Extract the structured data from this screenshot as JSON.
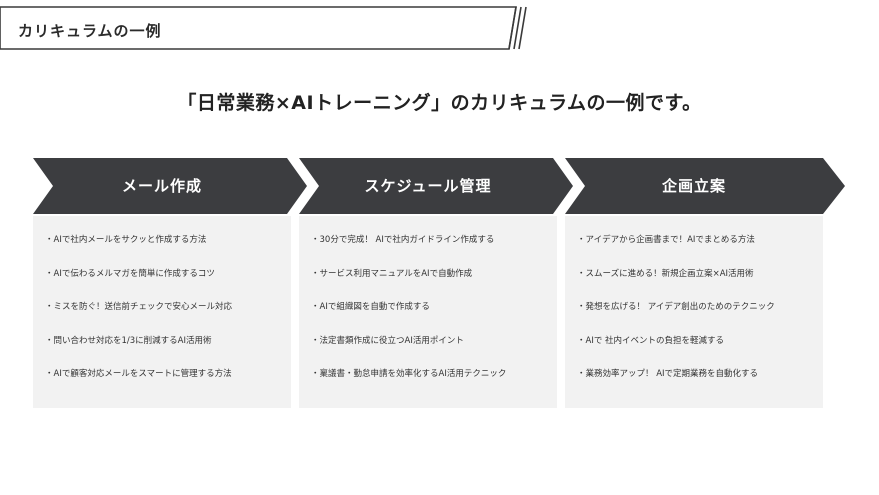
{
  "header": {
    "title": "カリキュラムの一例"
  },
  "main": {
    "title": "「日常業務×AIトレーニング」のカリキュラムの一例です。"
  },
  "colors": {
    "arrow_fill": "#3c3d40",
    "panel_bg": "#f2f2f2",
    "header_border": "#3a3a3a"
  },
  "columns": [
    {
      "title": "メール作成",
      "items": [
        "・AIで社内メールをサクッと作成する方法",
        "・AIで伝わるメルマガを簡単に作成するコツ",
        "・ミスを防ぐ！送信前チェックで安心メール対応",
        "・問い合わせ対応を1/3に削減するAI活用術",
        "・AIで顧客対応メールをスマートに管理する方法"
      ]
    },
    {
      "title": "スケジュール管理",
      "items": [
        "・30分で完成！ AIで社内ガイドライン作成する",
        "・サービス利用マニュアルをAIで自動作成",
        "・AIで組織図を自動で作成する",
        "・法定書類作成に役立つAI活用ポイント",
        "・稟議書・勤怠申請を効率化するAI活用テクニック"
      ]
    },
    {
      "title": "企画立案",
      "items": [
        "・アイデアから企画書まで！AIでまとめる方法",
        "・スムーズに進める！新規企画立案×AI活用術",
        "・発想を広げる！ アイデア創出のためのテクニック",
        "・AIで 社内イベントの負担を軽減する",
        "・業務効率アップ！ AIで定期業務を自動化する"
      ]
    }
  ]
}
